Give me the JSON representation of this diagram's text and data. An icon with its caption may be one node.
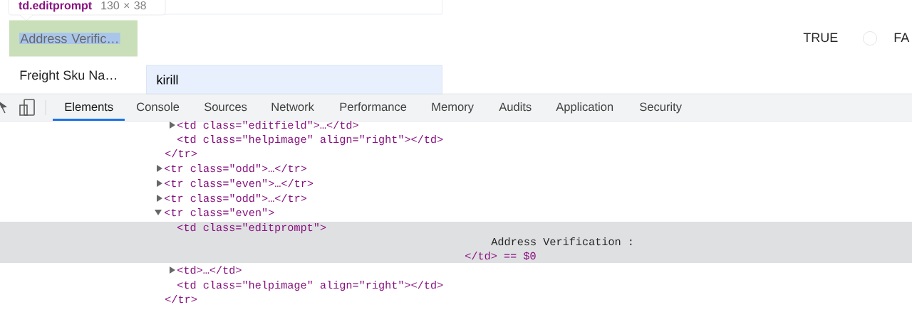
{
  "diagram": {
    "nodes": [
      {
        "text": [],
        "shape": "box"
      },
      {
        "text": [
          "td.editprompt",
          "130 × 38"
        ]
      },
      {
        "text": [
          "Address Verific…"
        ]
      },
      {
        "text": [
          "kirill"
        ]
      }
    ],
    "labels": [
      "Freight Sku Na…",
      "TRUE",
      "FA",
      "Elements",
      "Console",
      "Sources",
      "Network",
      "Performance",
      "Memory",
      "Audits",
      "Application",
      "Security",
      "<td class=\"editfield\">…</td>",
      "<td class=\"helpimage\" align=\"right\"></td>",
      "</tr>",
      "<tr class=\"odd\">…</tr>",
      "<tr class=\"even\">…</tr>",
      "<tr class=\"odd\">…</tr>",
      "<tr class=\"even\">",
      "<td class=\"editprompt\">",
      "Address Verification :",
      "</td> == $0",
      "<td>…</td>",
      "<td class=\"helpimage\" align=\"right\"></td>",
      "</tr>"
    ]
  }
}
